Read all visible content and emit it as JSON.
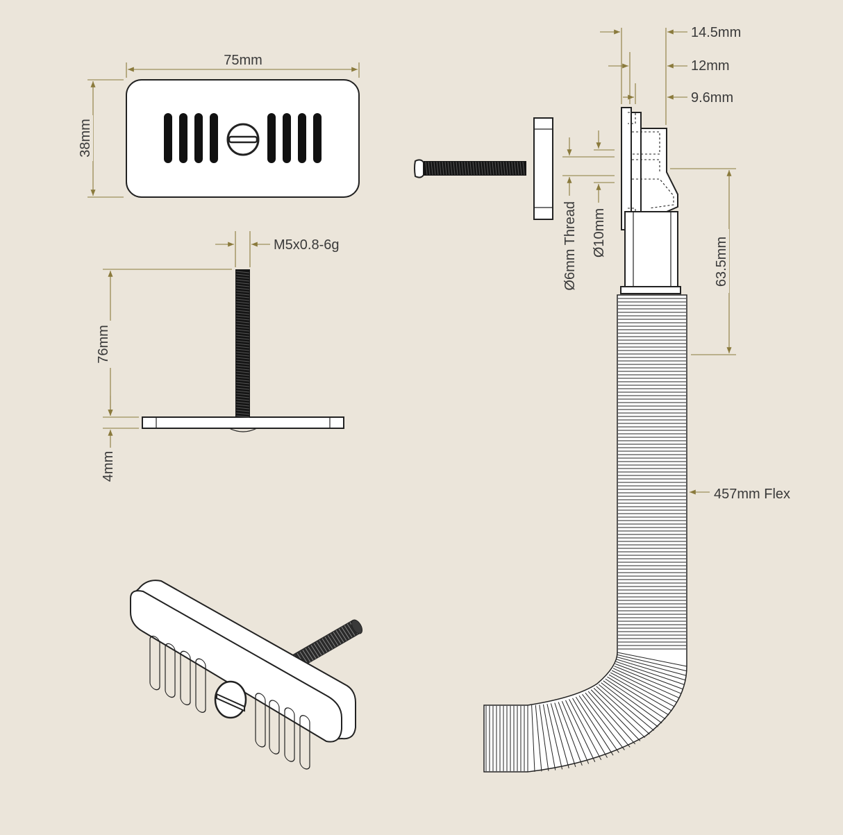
{
  "dimensions": {
    "plate_width": "75mm",
    "plate_height": "38mm",
    "thread_spec": "M5x0.8-6g",
    "bolt_length": "76mm",
    "plate_thickness": "4mm",
    "d_14_5": "14.5mm",
    "d_12": "12mm",
    "d_9_6": "9.6mm",
    "thread_dia": "Ø6mm Thread",
    "outer_dia": "Ø10mm",
    "fitting_length": "63.5mm",
    "flex_length": "457mm Flex"
  },
  "colors": {
    "background": "#ebe5da",
    "dimension_line": "#8a7a3c",
    "outline": "#222222",
    "part_fill": "#ffffff"
  }
}
